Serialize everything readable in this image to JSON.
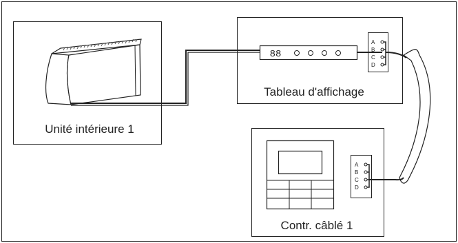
{
  "indoor_unit": {
    "label": "Unité intérieure 1"
  },
  "display_board": {
    "label": "Tableau d'affichage",
    "digit_glyph": "88",
    "terminals": [
      "A",
      "B",
      "C",
      "D"
    ]
  },
  "wired_controller": {
    "label": "Contr. câblé 1",
    "terminals": [
      "A",
      "B",
      "C",
      "D"
    ]
  },
  "colors": {
    "line": "#222222",
    "fill": "#ffffff",
    "unit_grille": "#555555"
  },
  "icons": [
    "indoor-unit-illustration",
    "wired-controller-illustration",
    "cable"
  ]
}
